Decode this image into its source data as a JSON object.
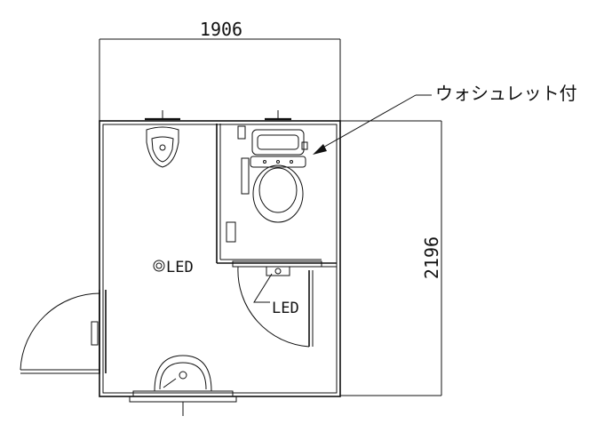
{
  "drawing": {
    "width_dimension": "1906",
    "depth_dimension": "2196",
    "washlet_note": "ウォシュレット付",
    "led_main_label": "LED",
    "led_toilet_label": "LED"
  }
}
